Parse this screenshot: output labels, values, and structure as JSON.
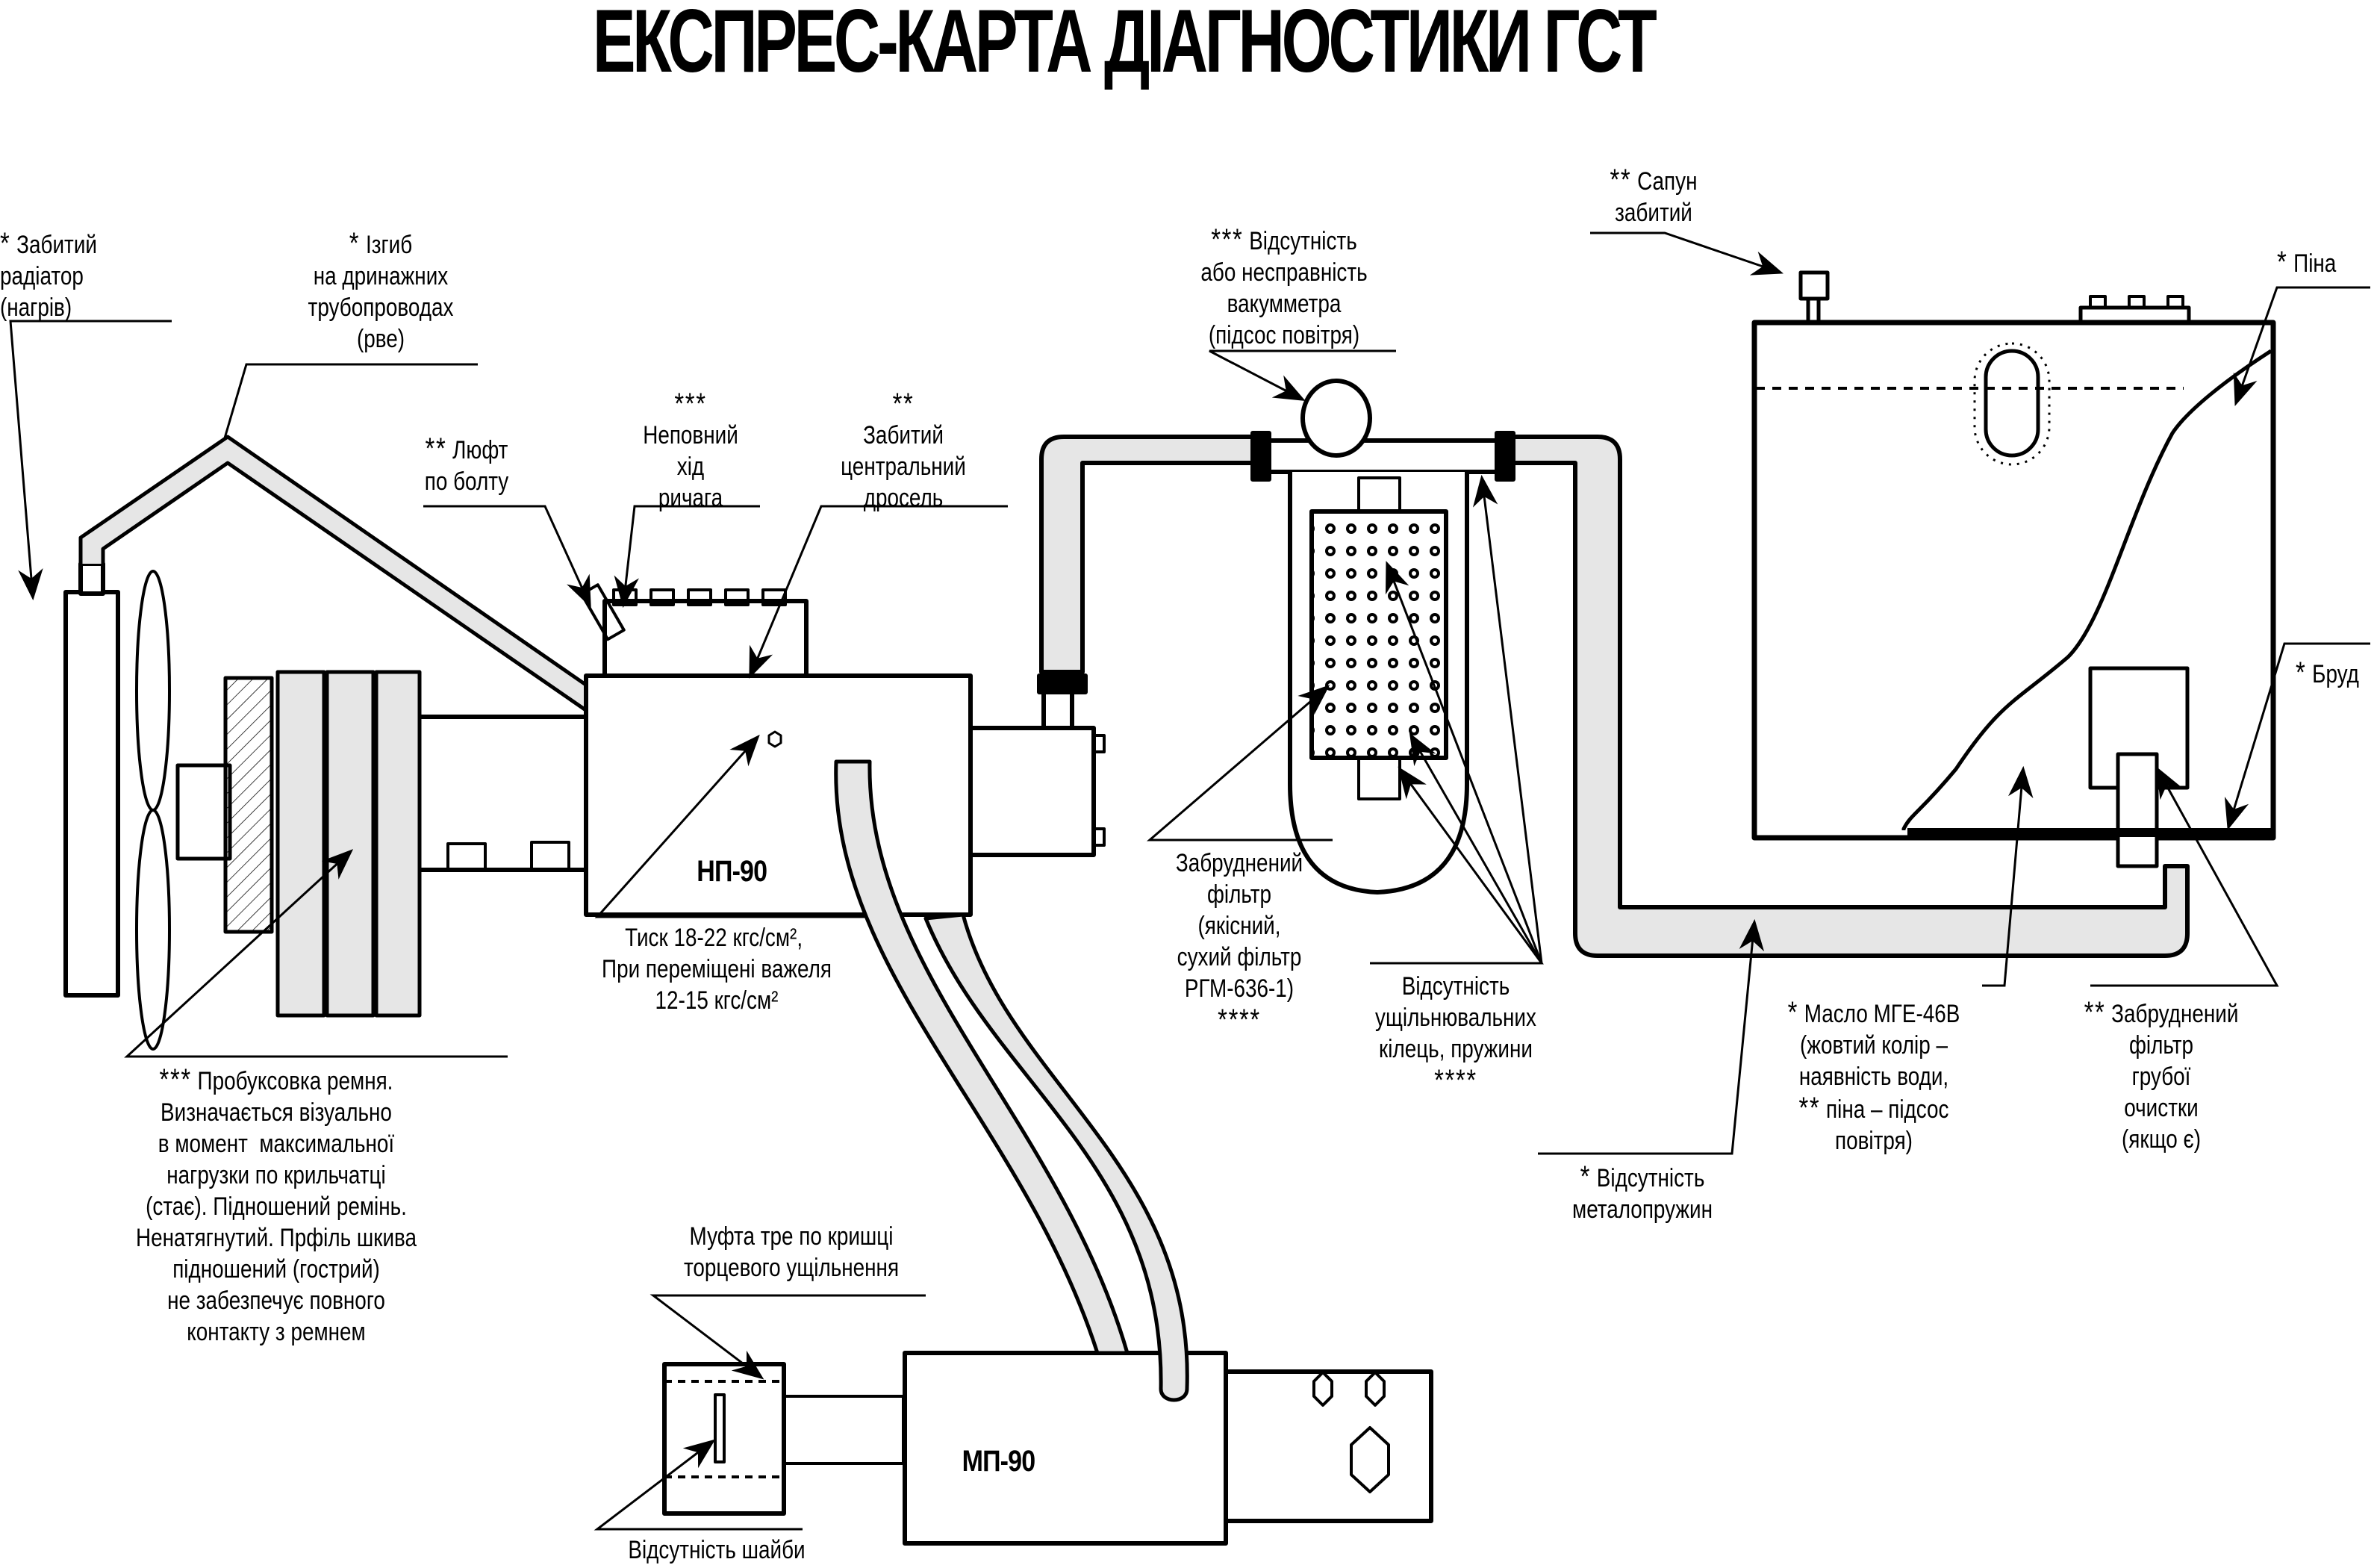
{
  "title": "ЕКСПРЕС-КАРТА ДІАГНОСТИКИ ГСТ",
  "components": {
    "pump": "НП-90",
    "motor": "МП-90"
  },
  "labels": {
    "radiator": {
      "severity": "*",
      "text": "Забитий\nрадіатор\n(нагрів)"
    },
    "drain_bend": {
      "severity": "*",
      "text": "Ізгиб\nна дринажних\nтрубопроводах\n(рве)"
    },
    "bolt_play": {
      "severity": "**",
      "text": "Люфт\nпо болту"
    },
    "lever_travel": {
      "severity": "***",
      "text": "Неповний\nхід\nричага"
    },
    "throttle": {
      "severity": "**",
      "text": "Забитий\nцентральний\nдросель"
    },
    "vacuum_gauge": {
      "severity": "***",
      "text": "Відсутність\nабо несправність\nвакумметра\n(підсос повітря)"
    },
    "breather": {
      "severity": "**",
      "text": "Сапун\nзабитий"
    },
    "foam": {
      "severity": "*",
      "text": "Піна"
    },
    "dirt": {
      "severity": "*",
      "text": "Бруд"
    },
    "pressure": {
      "text": "Тиск 18-22 кгс/см², \nПри переміщені важеля\n12-15 кгс/см²"
    },
    "filter_dirty": {
      "severity": "****",
      "text": "Забруднений\nфільтр\n(якісний,\nсухий фільтр\nРГМ-636-1)"
    },
    "seal_rings": {
      "severity": "****",
      "text": "Відсутність\nущільнювальних\nкілець, пружини"
    },
    "oil": {
      "severity": "*",
      "text": "Масло МГЕ-46В\n(жовтий колір –\nнаявність води,",
      "severity2": "**",
      "text2": "піна – підсос\nповітря)"
    },
    "coarse_filter": {
      "severity": "**",
      "text": "Забруднений\nфільтр\nгрубої\nочистки\n(якщо є)"
    },
    "metal_springs": {
      "severity": "*",
      "text": "Відсутність\nметалопружин"
    },
    "belt_slip": {
      "severity": "***",
      "text": "Пробуксовка ремня.\nВизначається візуально\nв момент  максимальної\nнагрузки по крильчатці\n(стає). Підношений ремінь.\nНенатягнутий. Прфіль шкива\nпідношений (гострий)\nне забезпечує повного\nконтакту з ремнем"
    },
    "coupling": {
      "text": "Муфта тре по кришці\nторцевого ущільнення"
    },
    "washer": {
      "text": "Відсутність шайби"
    }
  },
  "colors": {
    "line": "#000000",
    "pipe_fill": "#e6e6e6",
    "background": "#ffffff"
  }
}
